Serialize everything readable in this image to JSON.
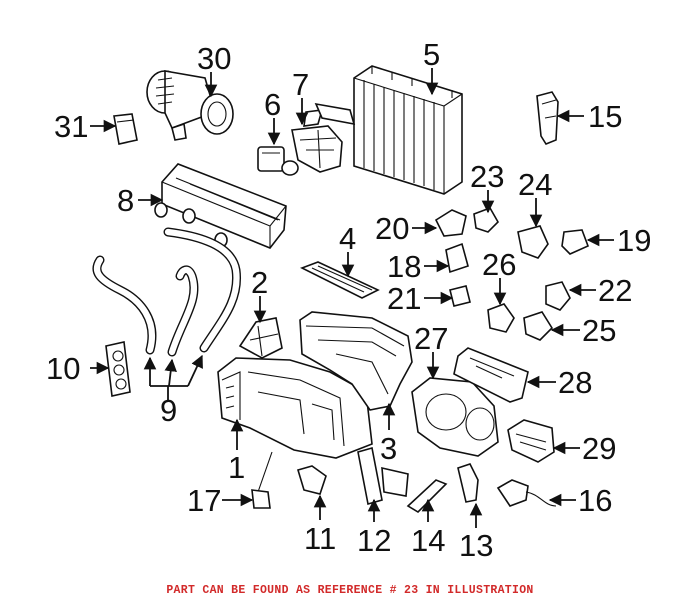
{
  "diagram": {
    "callouts": {
      "n1": "1",
      "n2": "2",
      "n3": "3",
      "n4": "4",
      "n5": "5",
      "n6": "6",
      "n7": "7",
      "n8": "8",
      "n9": "9",
      "n10": "10",
      "n11": "11",
      "n12": "12",
      "n13": "13",
      "n14": "14",
      "n15": "15",
      "n16": "16",
      "n17": "17",
      "n18": "18",
      "n19": "19",
      "n20": "20",
      "n21": "21",
      "n22": "22",
      "n23": "23",
      "n24": "24",
      "n25": "25",
      "n26": "26",
      "n27": "27",
      "n28": "28",
      "n29": "29",
      "n30": "30",
      "n31": "31"
    },
    "notice": "PART CAN BE FOUND AS REFERENCE # 23 IN ILLUSTRATION",
    "colors": {
      "notice": "#d22a2a",
      "line": "#111111",
      "background": "#ffffff"
    }
  }
}
